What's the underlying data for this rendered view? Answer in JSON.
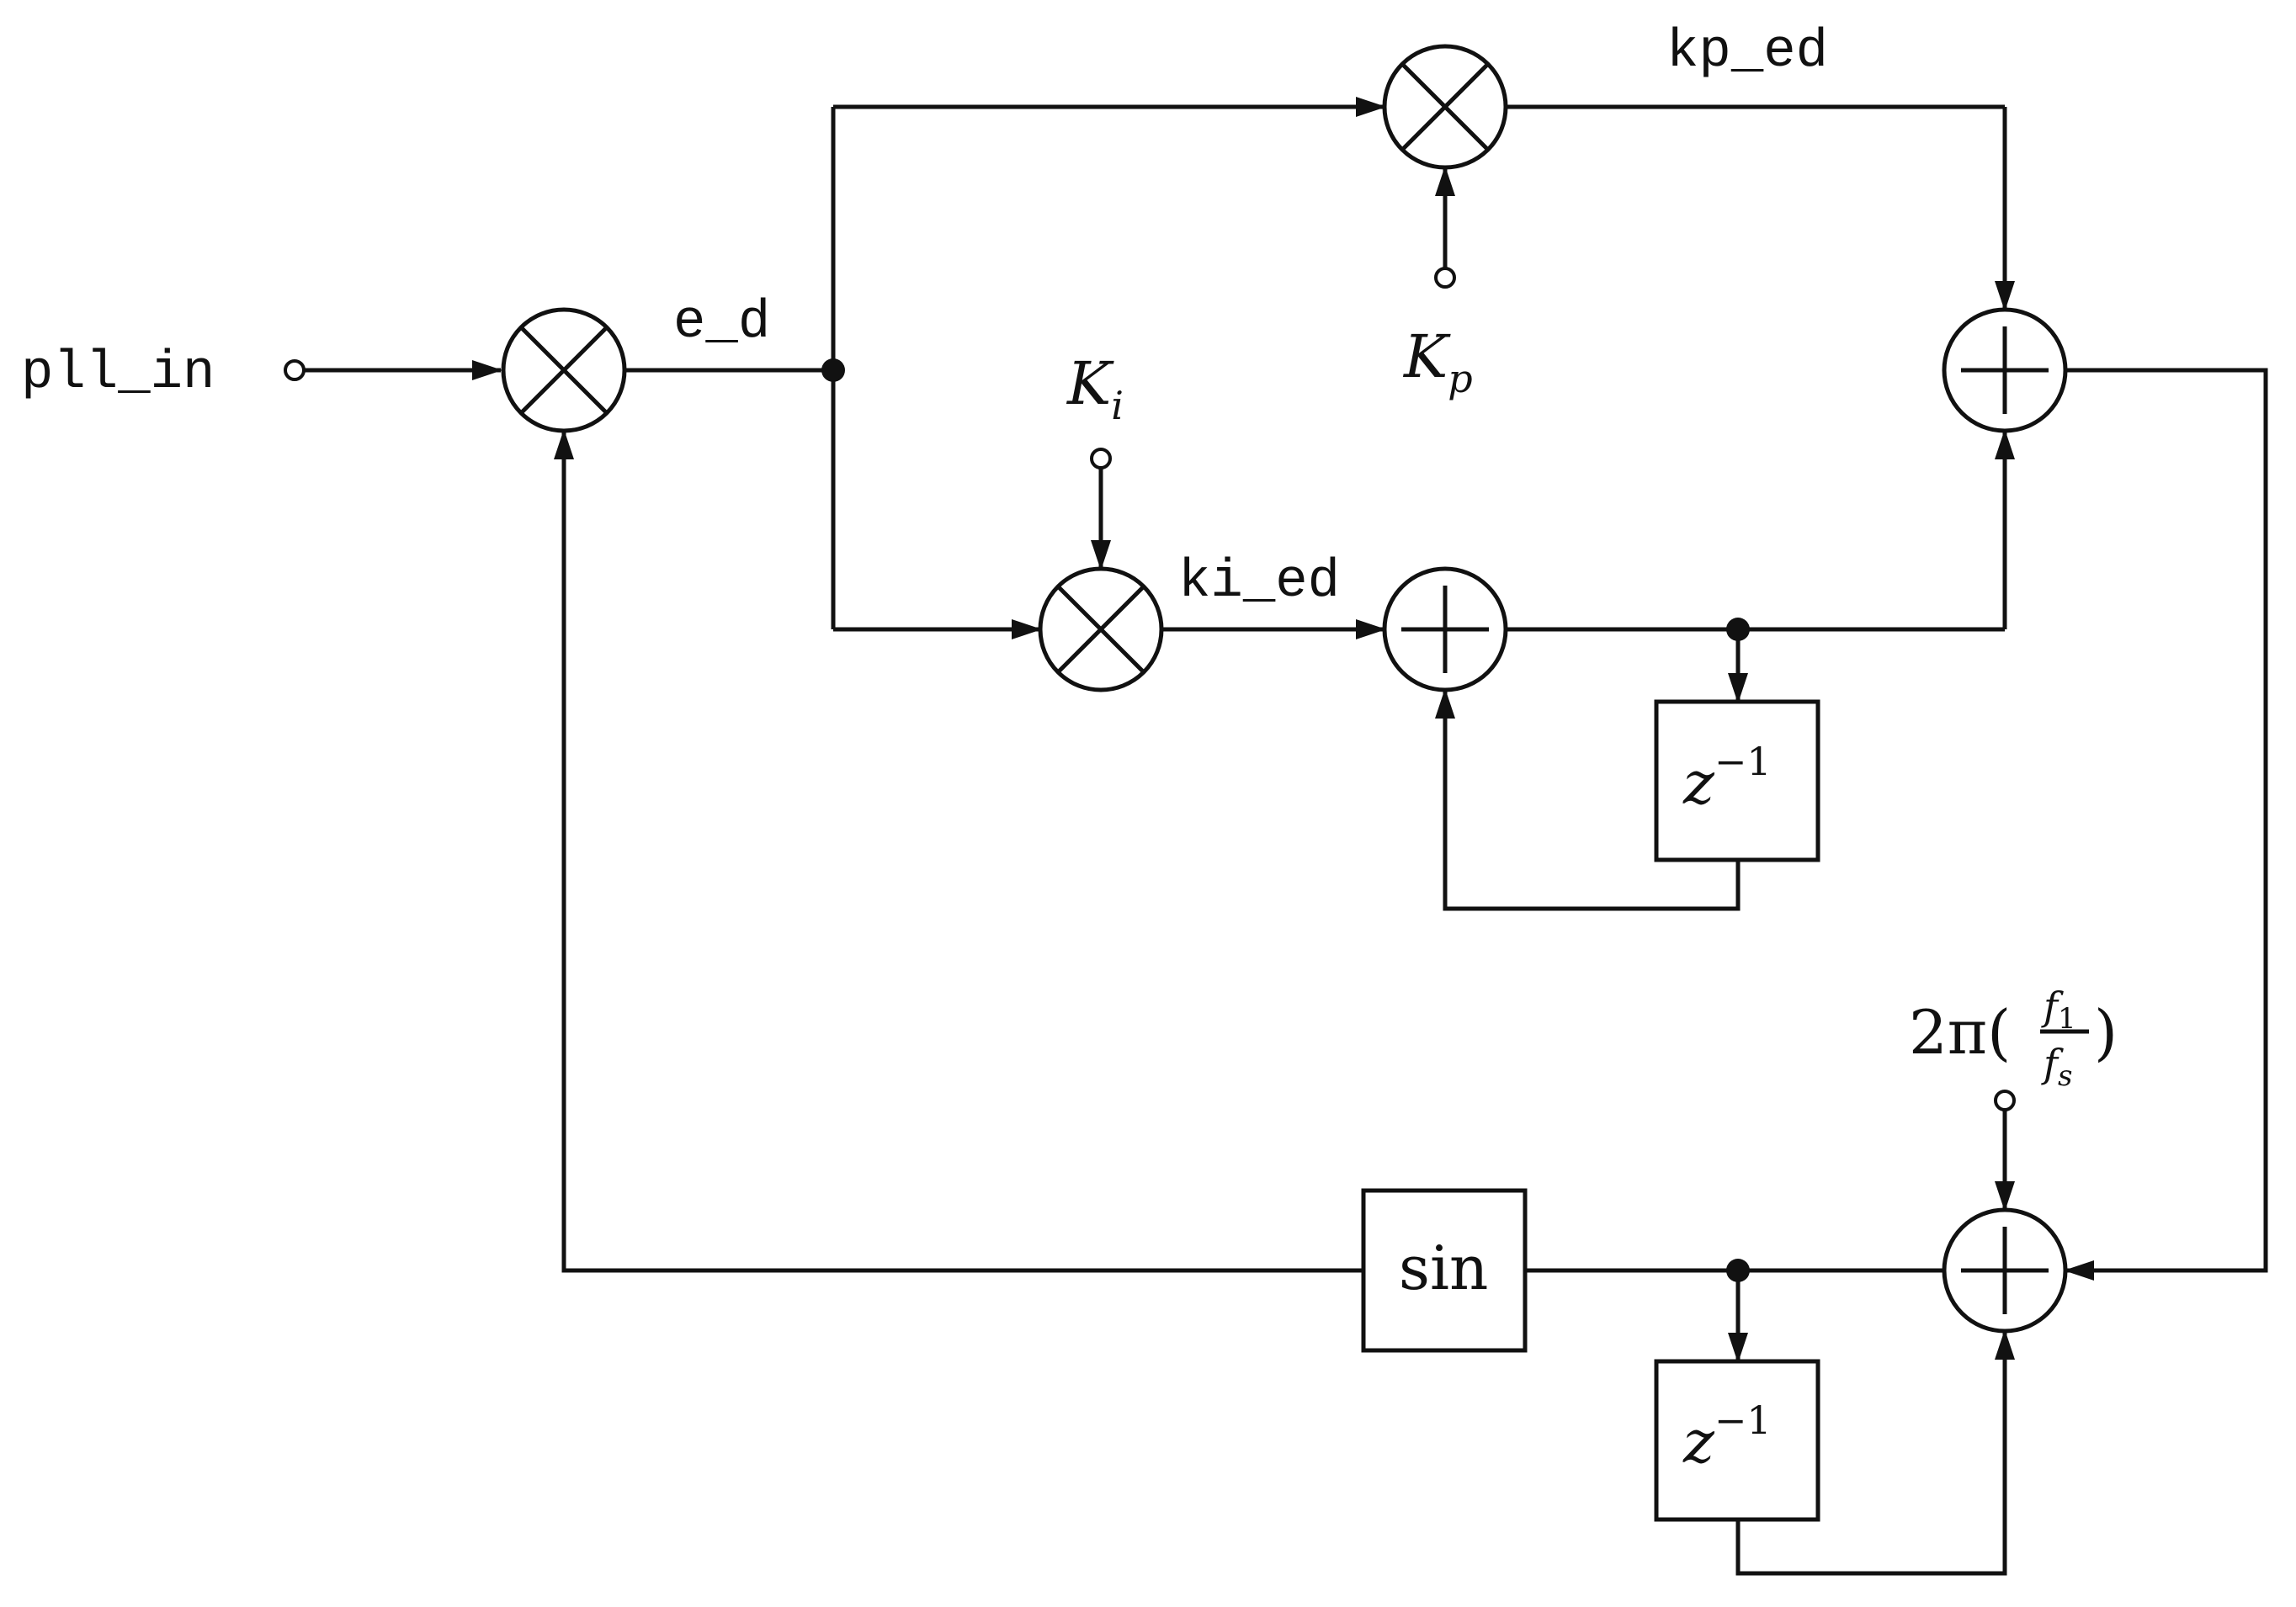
{
  "signals": {
    "input": "pll_in",
    "error": "e_d",
    "proportional": "kp_ed",
    "integral": "ki_ed"
  },
  "gains": {
    "kp_base": "K",
    "kp_sub": "p",
    "ki_base": "K",
    "ki_sub": "i"
  },
  "blocks": {
    "sine": "sin",
    "delay_base": "z",
    "delay_exp": "−1"
  },
  "freq_term": {
    "prefix": "2π(",
    "numerator": "f",
    "numerator_sub": "1",
    "denominator": "f",
    "denominator_sub": "s",
    "suffix": ")"
  },
  "colors": {
    "line": "#111111",
    "background": "#ffffff"
  }
}
